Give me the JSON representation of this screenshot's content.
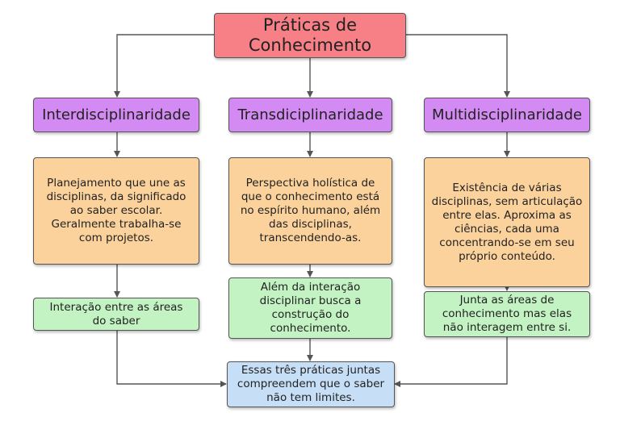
{
  "title": "Práticas de\nConhecimento",
  "columns": [
    {
      "heading": "Interdisciplinaridade",
      "description": "Planejamento que une as\ndisciplinas, da significado\nao saber escolar.\nGeralmente trabalha-se\ncom projetos.",
      "note": "Interação entre as áreas\ndo saber"
    },
    {
      "heading": "Transdiciplinaridade",
      "description": "Perspectiva holística de\nque o conhecimento está\nno espírito humano, além\ndas disciplinas,\ntranscendendo-as.",
      "note": "Além da interação\ndisciplinar busca a\nconstrução do\nconhecimento."
    },
    {
      "heading": "Multidisciplinaridade",
      "description": "Existência de várias\ndisciplinas, sem articulação\nentre elas. Aproxima as\nciências, cada uma\nconcentrando-se em seu\npróprio conteúdo.",
      "note": "Junta as áreas de\nconhecimento mas elas\nnão interagem entre si."
    }
  ],
  "conclusion": "Essas três práticas juntas\ncompreendem que o saber\nnão tem limites.",
  "colors": {
    "title_fill": "#f77f86",
    "heading_fill": "#d38af3",
    "description_fill": "#fbd29c",
    "note_fill": "#c3f2c3",
    "conclusion_fill": "#c7dff6"
  }
}
